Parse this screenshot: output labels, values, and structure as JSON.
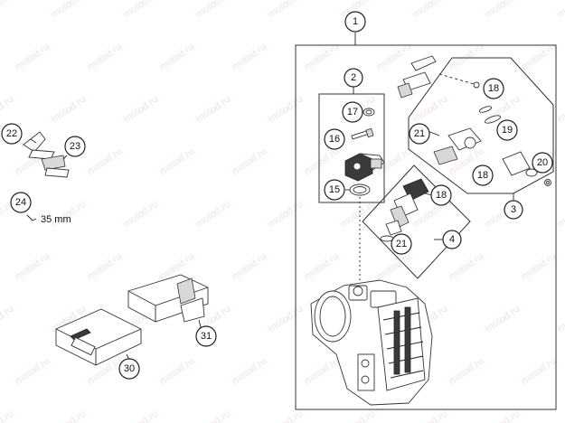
{
  "watermark": "motod.ru",
  "colors": {
    "line": "#222222",
    "watermark": "#f1e2e2",
    "background": "#ffffff"
  },
  "callouts": [
    "1",
    "2",
    "3",
    "4",
    "15",
    "16",
    "17",
    "18",
    "18",
    "18",
    "19",
    "20",
    "21",
    "21",
    "22",
    "23",
    "24",
    "30",
    "31"
  ],
  "dimension_label": "35 mm"
}
